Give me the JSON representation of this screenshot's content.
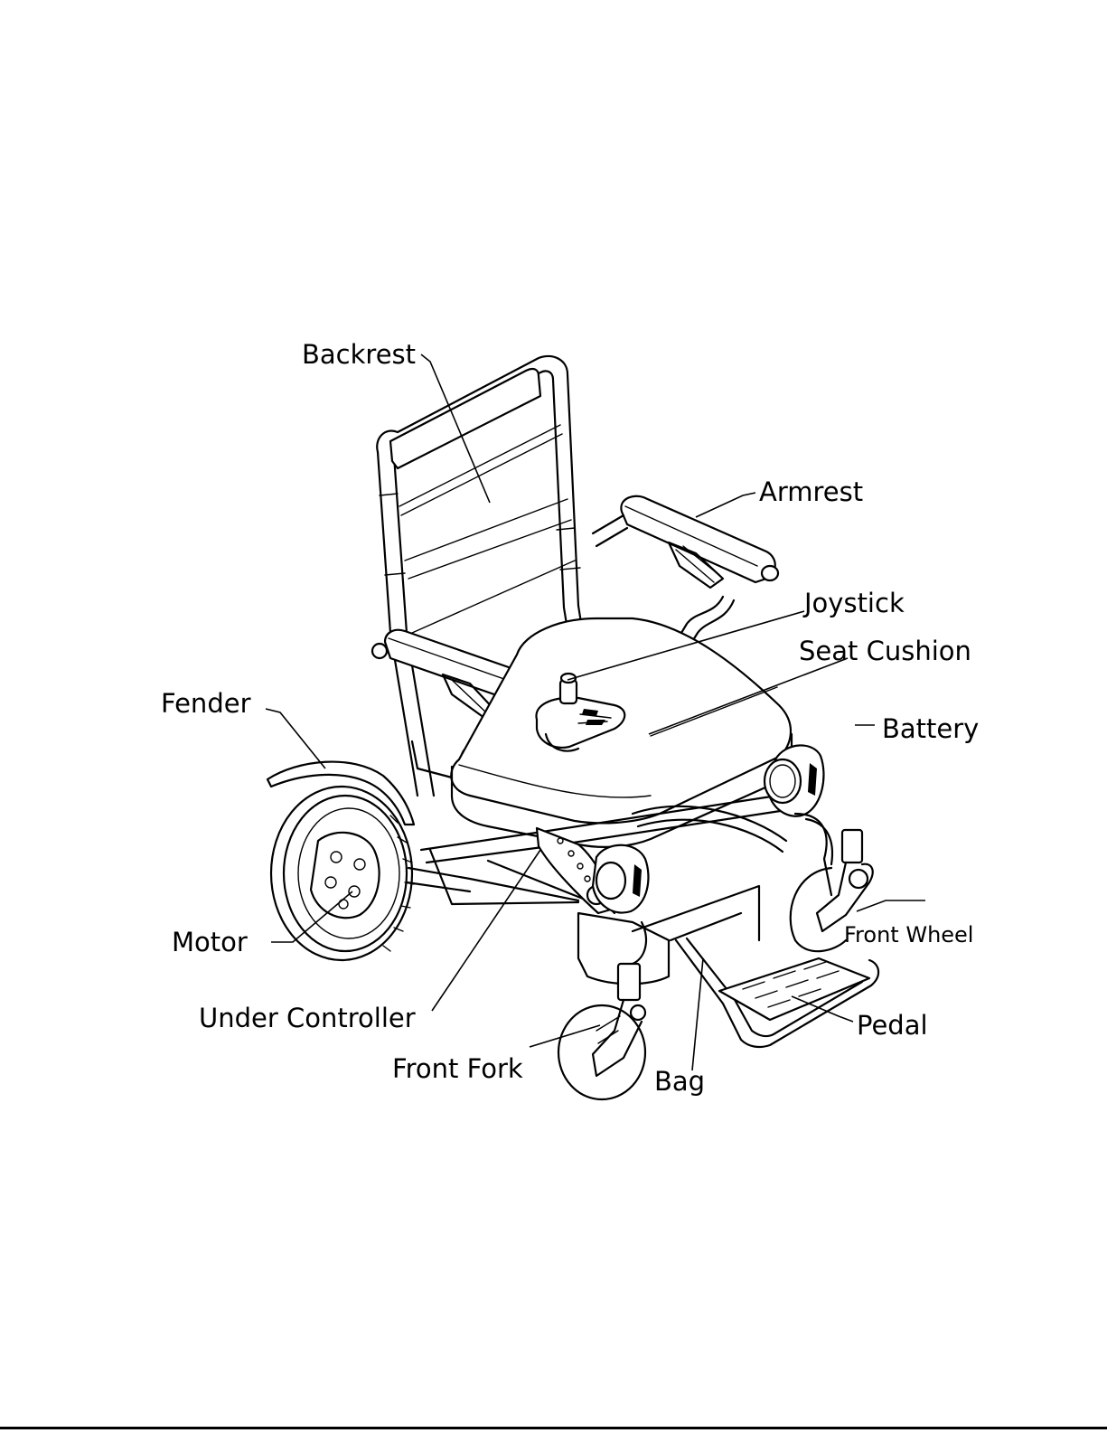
{
  "diagram": {
    "labels": {
      "backrest": "Backrest",
      "armrest": "Armrest",
      "joystick": "Joystick",
      "seat_cushion": "Seat Cushion",
      "fender": "Fender",
      "battery": "Battery",
      "motor": "Motor",
      "front_wheel": "Front Wheel",
      "under_controller": "Under Controller",
      "pedal": "Pedal",
      "front_fork": "Front Fork",
      "bag": "Bag"
    }
  }
}
